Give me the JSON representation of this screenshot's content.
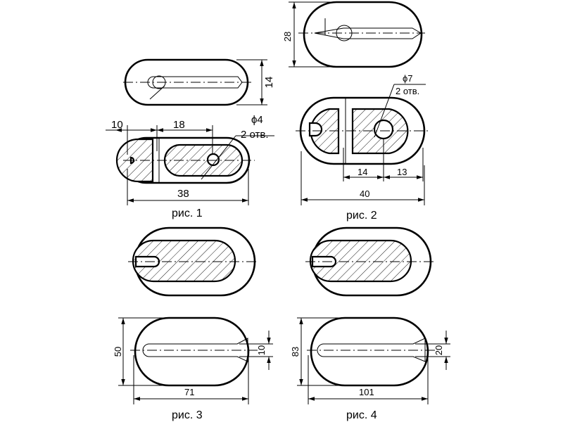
{
  "figures": {
    "fig1": {
      "caption": "рис. 1",
      "dims": {
        "height": "14",
        "left_part": "10",
        "slot_offset": "18",
        "hole": "ϕ4",
        "hole_count": "2 отв.",
        "length": "38"
      }
    },
    "fig2": {
      "caption": "рис. 2",
      "dims": {
        "height": "28",
        "hole": "ϕ7",
        "hole_count": "2 отв.",
        "left_offset": "14",
        "right_offset": "13",
        "length": "40"
      }
    },
    "fig3": {
      "caption": "рис. 3",
      "dims": {
        "height": "50",
        "slot": "10",
        "length": "71"
      }
    },
    "fig4": {
      "caption": "рис. 4",
      "dims": {
        "height": "83",
        "slot": "20",
        "length": "101"
      }
    }
  }
}
